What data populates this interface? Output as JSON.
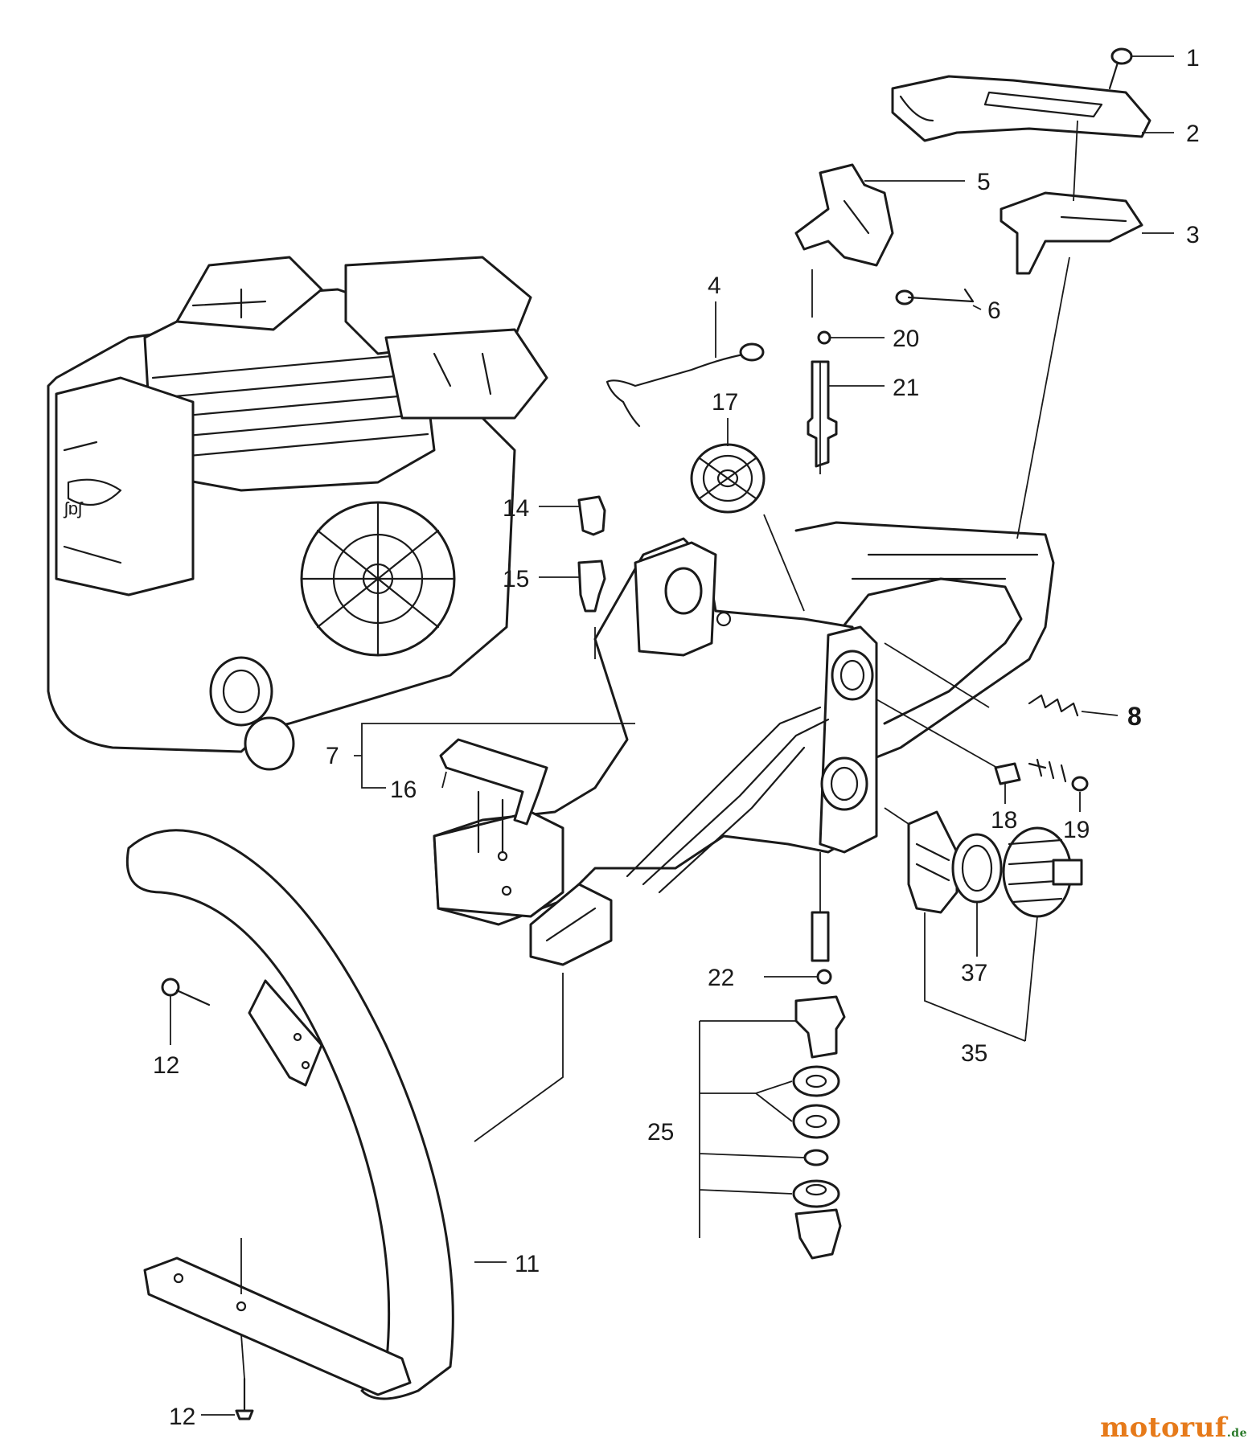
{
  "labels": {
    "l1": "1",
    "l2": "2",
    "l3": "3",
    "l4": "4",
    "l5": "5",
    "l6": "6",
    "l7": "7",
    "l8": "8",
    "l11": "11",
    "l12a": "12",
    "l12b": "12",
    "l14": "14",
    "l15": "15",
    "l16": "16",
    "l17": "17",
    "l18": "18",
    "l19": "19",
    "l20": "20",
    "l21": "21",
    "l22": "22",
    "l25": "25",
    "l35": "35",
    "l37": "37"
  },
  "watermark": {
    "brand": "motoruf",
    "suffix": ".de"
  },
  "colors": {
    "ink": "#1a1a1a",
    "brand_orange": "#e67a1a",
    "brand_green": "#2a7a2a"
  }
}
